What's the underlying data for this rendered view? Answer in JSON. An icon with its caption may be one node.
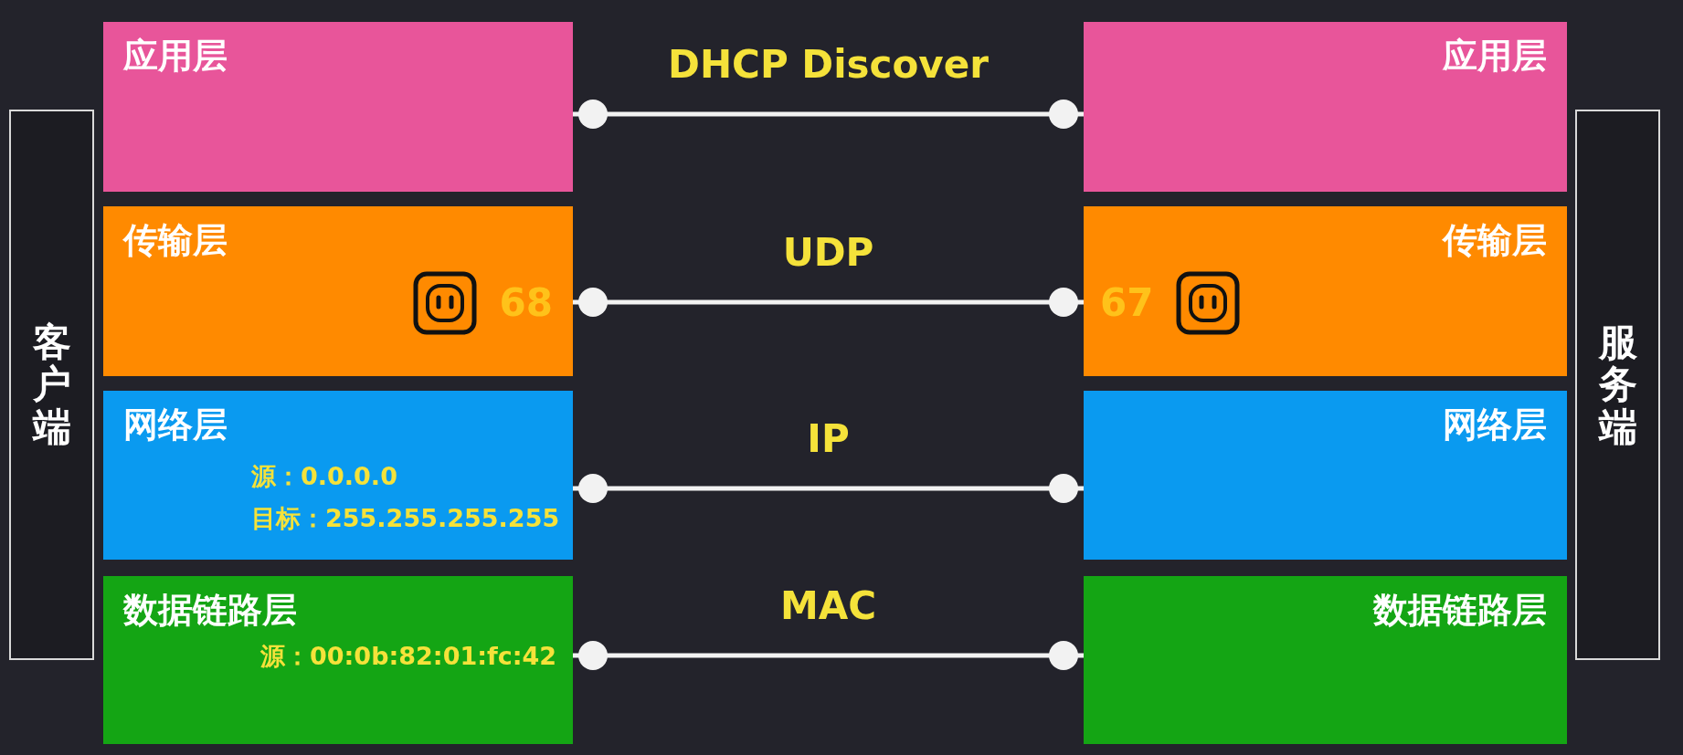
{
  "diagram": {
    "nodes": [
      {
        "text": [
          "客户端"
        ]
      },
      {
        "text": [
          "应用层"
        ]
      },
      {
        "text": [
          "传输层",
          "68"
        ]
      },
      {
        "text": [
          "网络层",
          "源：0.0.0.0",
          "目标：255.255.255.255"
        ]
      },
      {
        "text": [
          "数据链路层",
          "源：00:0b:82:01:fc:42"
        ]
      },
      {
        "text": [
          "应用层"
        ]
      },
      {
        "text": [
          "传输层",
          "67"
        ]
      },
      {
        "text": [
          "网络层"
        ]
      },
      {
        "text": [
          "数据链路层"
        ]
      },
      {
        "text": [
          "服务端"
        ]
      }
    ],
    "edges": [
      {
        "from": 1,
        "to": 5,
        "arrow": "other",
        "label": "DHCP Discover"
      },
      {
        "from": 2,
        "to": 6,
        "arrow": "other",
        "label": "UDP"
      },
      {
        "from": 3,
        "to": 7,
        "arrow": "other",
        "label": "IP"
      },
      {
        "from": 4,
        "to": 8,
        "arrow": "other",
        "label": "MAC"
      }
    ]
  }
}
